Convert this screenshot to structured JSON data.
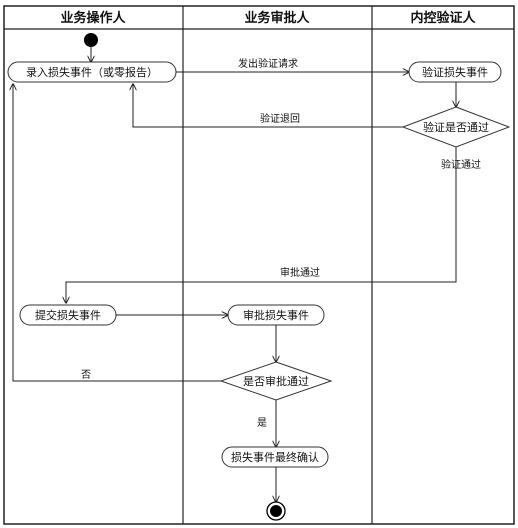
{
  "lanes": [
    {
      "id": "operator",
      "title": "业务操作人"
    },
    {
      "id": "approver",
      "title": "业务审批人"
    },
    {
      "id": "verifier",
      "title": "内控验证人"
    }
  ],
  "nodes": {
    "record": "录入损失事件（或零报告）",
    "verify": "验证损失事件",
    "verify_decision": "验证是否通过",
    "submit": "提交损失事件",
    "approve": "审批损失事件",
    "approve_decision": "是否审批通过",
    "final_confirm": "损失事件最终确认"
  },
  "edges": {
    "send_request": "发出验证请求",
    "verify_return": "验证退回",
    "verify_pass": "验证通过",
    "approve_pass": "审批通过",
    "no": "否",
    "yes": "是"
  },
  "colors": {
    "line": "#222222",
    "node_fill": "#ffffff",
    "start_end": "#000000"
  }
}
